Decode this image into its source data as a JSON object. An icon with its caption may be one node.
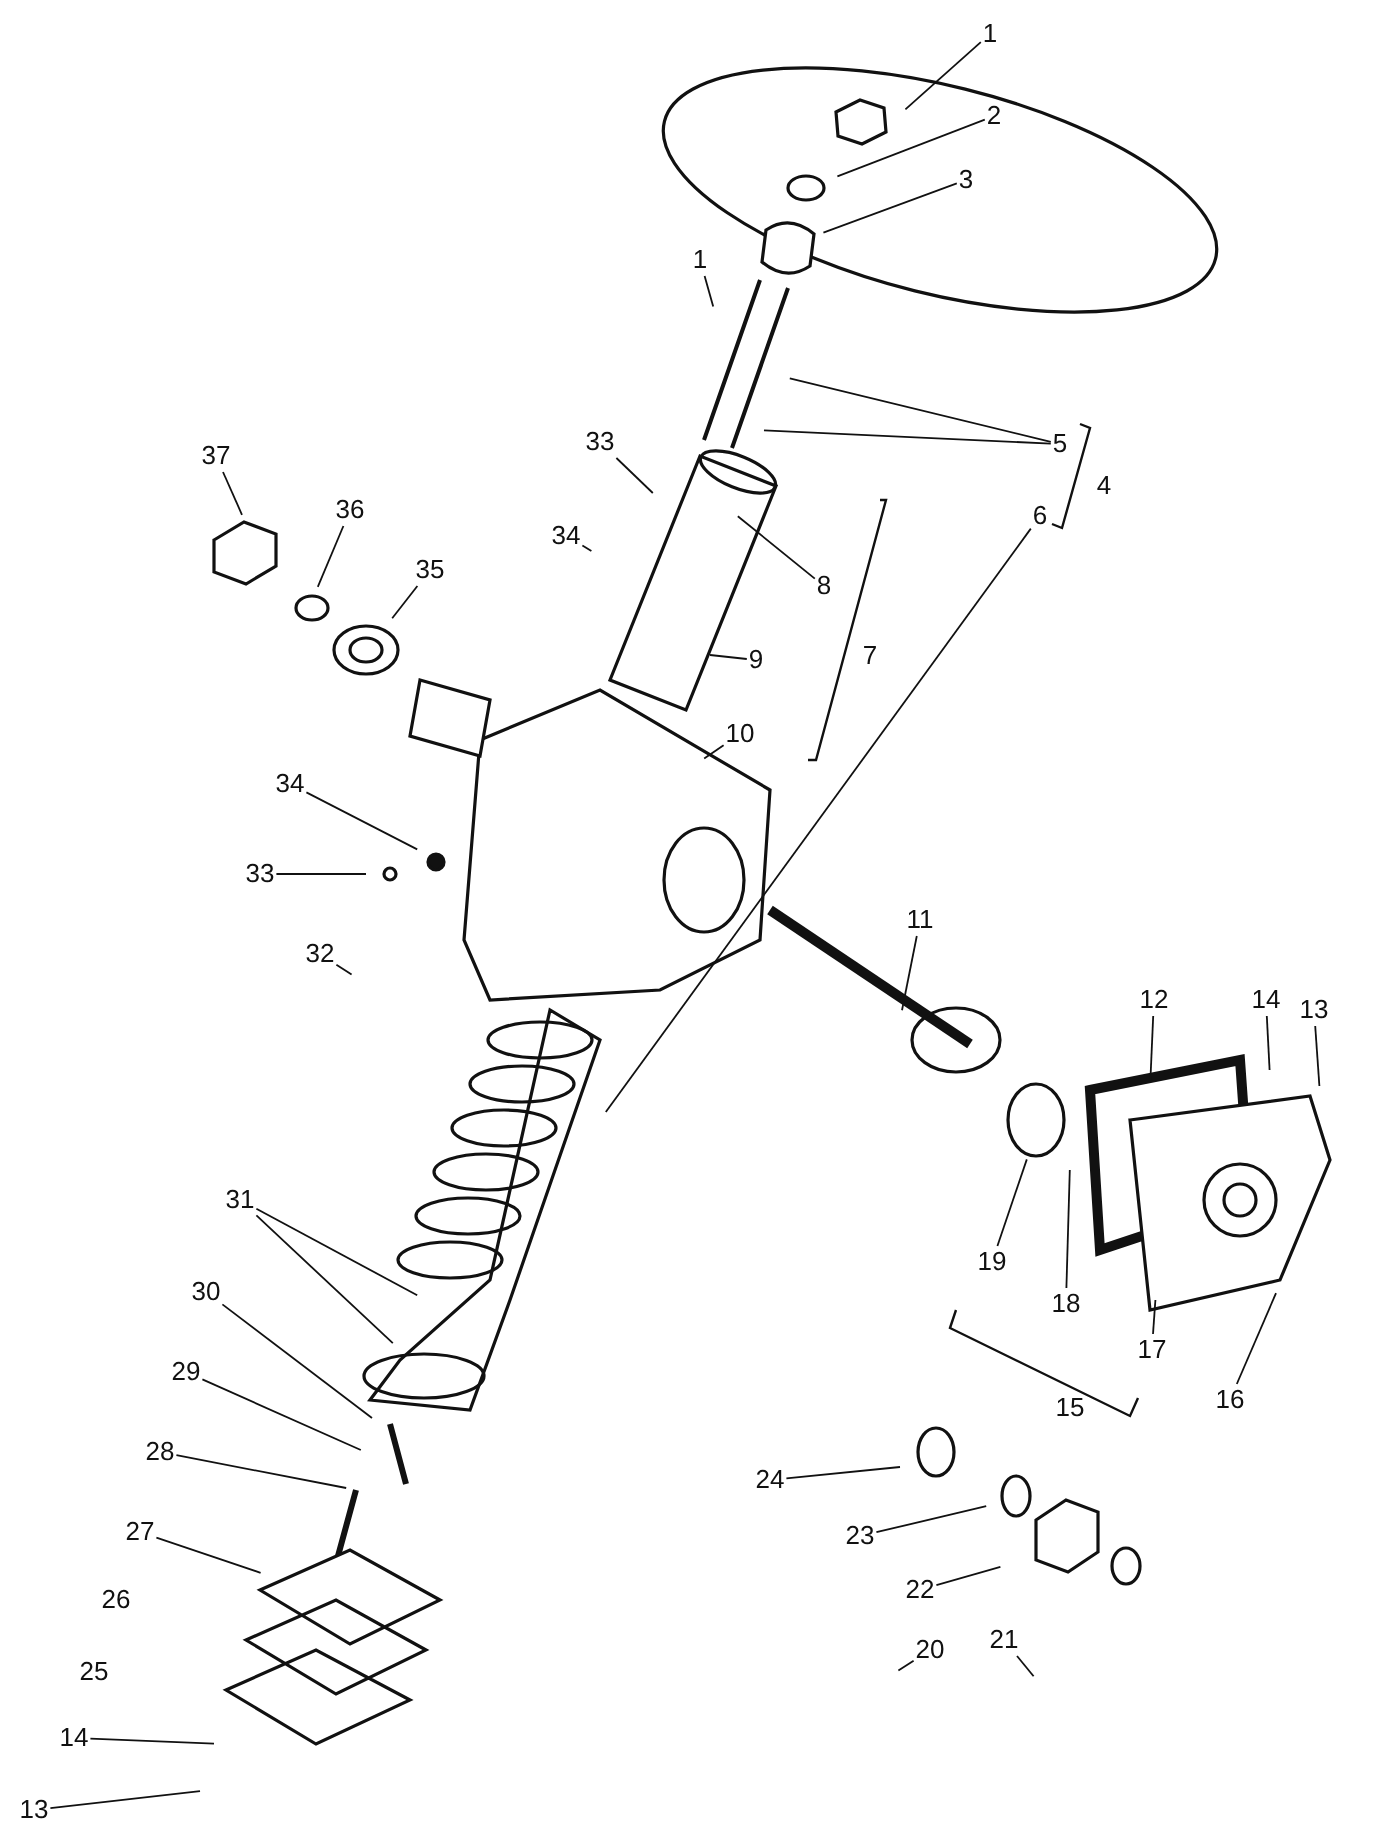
{
  "diagram": {
    "nodes": [
      {
        "text": [
          "1"
        ]
      },
      {
        "text": [
          "2"
        ]
      },
      {
        "text": [
          "3"
        ]
      },
      {
        "text": [
          "1"
        ]
      },
      {
        "text": [
          "5"
        ]
      },
      {
        "text": [
          "6"
        ]
      },
      {
        "text": [
          "37"
        ]
      },
      {
        "text": [
          "33"
        ]
      },
      {
        "text": [
          "36"
        ]
      },
      {
        "text": [
          "34"
        ]
      },
      {
        "text": [
          "8"
        ]
      },
      {
        "text": [
          "35"
        ]
      },
      {
        "text": [
          "9"
        ]
      },
      {
        "text": [
          "10"
        ]
      },
      {
        "text": [
          "34"
        ]
      },
      {
        "text": [
          "33"
        ]
      },
      {
        "text": [
          "11"
        ]
      },
      {
        "text": [
          "32"
        ]
      },
      {
        "text": [
          "12"
        ]
      },
      {
        "text": [
          "14"
        ]
      },
      {
        "text": [
          "13"
        ]
      },
      {
        "text": [
          "19"
        ]
      },
      {
        "text": [
          "18"
        ]
      },
      {
        "text": [
          "17"
        ]
      },
      {
        "text": [
          "16"
        ]
      },
      {
        "text": [
          "31"
        ]
      },
      {
        "text": [
          "30"
        ]
      },
      {
        "text": [
          "29"
        ]
      },
      {
        "text": [
          "28"
        ]
      },
      {
        "text": [
          "24"
        ]
      },
      {
        "text": [
          "23"
        ]
      },
      {
        "text": [
          "27"
        ]
      },
      {
        "text": [
          "22"
        ]
      },
      {
        "text": [
          "20"
        ]
      },
      {
        "text": [
          "21"
        ]
      },
      {
        "text": [
          "14"
        ]
      },
      {
        "text": [
          "13"
        ]
      }
    ],
    "edges": [
      {
        "from": 0,
        "to": null,
        "arrow": "none"
      },
      {
        "from": 1,
        "to": null,
        "arrow": "none"
      },
      {
        "from": 2,
        "to": null,
        "arrow": "none"
      },
      {
        "from": 3,
        "to": null,
        "arrow": "none"
      },
      {
        "from": 4,
        "to": null,
        "arrow": "none"
      },
      {
        "from": 4,
        "to": null,
        "arrow": "none"
      },
      {
        "from": 5,
        "to": null,
        "arrow": "none"
      },
      {
        "from": 6,
        "to": null,
        "arrow": "none"
      },
      {
        "from": 7,
        "to": null,
        "arrow": "none"
      },
      {
        "from": 8,
        "to": null,
        "arrow": "none"
      },
      {
        "from": 9,
        "to": null,
        "arrow": "none"
      },
      {
        "from": 10,
        "to": null,
        "arrow": "none"
      },
      {
        "from": 11,
        "to": null,
        "arrow": "none"
      },
      {
        "from": 12,
        "to": null,
        "arrow": "none"
      },
      {
        "from": 13,
        "to": null,
        "arrow": "none"
      },
      {
        "from": 14,
        "to": null,
        "arrow": "none"
      },
      {
        "from": 15,
        "to": null,
        "arrow": "none"
      },
      {
        "from": 16,
        "to": null,
        "arrow": "none"
      },
      {
        "from": 17,
        "to": null,
        "arrow": "none"
      },
      {
        "from": 18,
        "to": null,
        "arrow": "none"
      },
      {
        "from": 19,
        "to": null,
        "arrow": "none"
      },
      {
        "from": 20,
        "to": null,
        "arrow": "none"
      },
      {
        "from": 21,
        "to": null,
        "arrow": "none"
      },
      {
        "from": 22,
        "to": null,
        "arrow": "none"
      },
      {
        "from": 23,
        "to": null,
        "arrow": "none"
      },
      {
        "from": 24,
        "to": null,
        "arrow": "none"
      },
      {
        "from": 25,
        "to": null,
        "arrow": "none"
      },
      {
        "from": 25,
        "to": null,
        "arrow": "none"
      },
      {
        "from": 26,
        "to": null,
        "arrow": "none"
      },
      {
        "from": 27,
        "to": null,
        "arrow": "none"
      },
      {
        "from": 28,
        "to": null,
        "arrow": "none"
      },
      {
        "from": 29,
        "to": null,
        "arrow": "none"
      },
      {
        "from": 30,
        "to": null,
        "arrow": "none"
      },
      {
        "from": 31,
        "to": null,
        "arrow": "none"
      },
      {
        "from": 32,
        "to": null,
        "arrow": "none"
      },
      {
        "from": 33,
        "to": null,
        "arrow": "none"
      },
      {
        "from": 34,
        "to": null,
        "arrow": "none"
      },
      {
        "from": 35,
        "to": null,
        "arrow": "none"
      },
      {
        "from": 36,
        "to": null,
        "arrow": "none"
      }
    ],
    "labels": [
      "4",
      "7",
      "15",
      "26",
      "25"
    ]
  }
}
